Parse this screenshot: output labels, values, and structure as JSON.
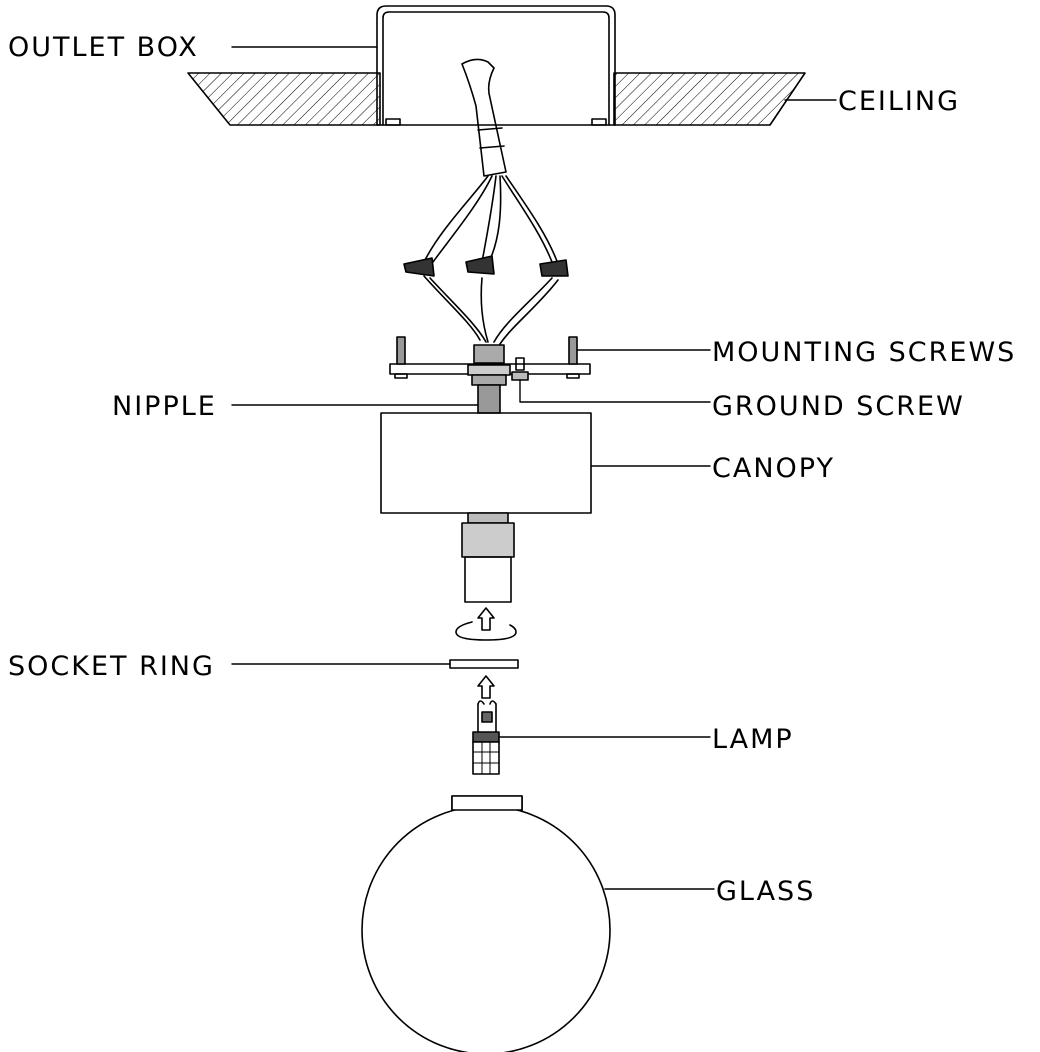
{
  "labels": {
    "outlet_box": "OUTLET BOX",
    "ceiling": "CEILING",
    "mounting_screws": "MOUNTING SCREWS",
    "nipple": "NIPPLE",
    "ground_screw": "GROUND SCREW",
    "canopy": "CANOPY",
    "socket_ring": "SOCKET RING",
    "lamp": "LAMP",
    "glass": "GLASS"
  },
  "colors": {
    "line": "#000000",
    "background": "#ffffff"
  }
}
